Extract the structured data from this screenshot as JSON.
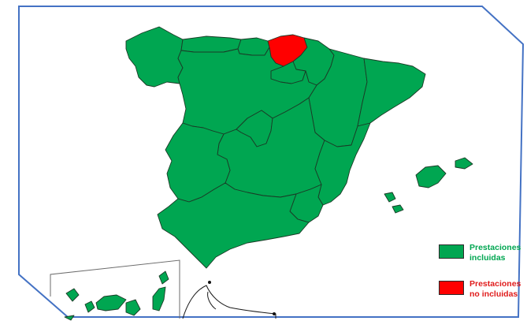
{
  "colors": {
    "included": "#00a651",
    "excluded": "#ff0000",
    "frame": "#4472c4",
    "inset_line": "#6b6b6b",
    "excluded_text": "#e01b1b"
  },
  "legend": {
    "included": {
      "line1": "Prestaciones",
      "line2": "incluidas"
    },
    "excluded": {
      "line1": "Prestaciones",
      "line2": "no incluidas"
    }
  },
  "regions": [
    {
      "name": "Galicia",
      "status": "included"
    },
    {
      "name": "Asturias",
      "status": "included"
    },
    {
      "name": "Cantabria",
      "status": "included"
    },
    {
      "name": "País Vasco",
      "status": "excluded"
    },
    {
      "name": "Navarra",
      "status": "included"
    },
    {
      "name": "La Rioja",
      "status": "included"
    },
    {
      "name": "Aragón",
      "status": "included"
    },
    {
      "name": "Cataluña",
      "status": "included"
    },
    {
      "name": "Castilla y León",
      "status": "included"
    },
    {
      "name": "Comunidad de Madrid",
      "status": "included"
    },
    {
      "name": "Castilla-La Mancha",
      "status": "included"
    },
    {
      "name": "Extremadura",
      "status": "included"
    },
    {
      "name": "Comunidad Valenciana",
      "status": "included"
    },
    {
      "name": "Región de Murcia",
      "status": "included"
    },
    {
      "name": "Andalucía",
      "status": "included"
    },
    {
      "name": "Islas Baleares",
      "status": "included"
    },
    {
      "name": "Islas Canarias",
      "status": "included"
    }
  ]
}
